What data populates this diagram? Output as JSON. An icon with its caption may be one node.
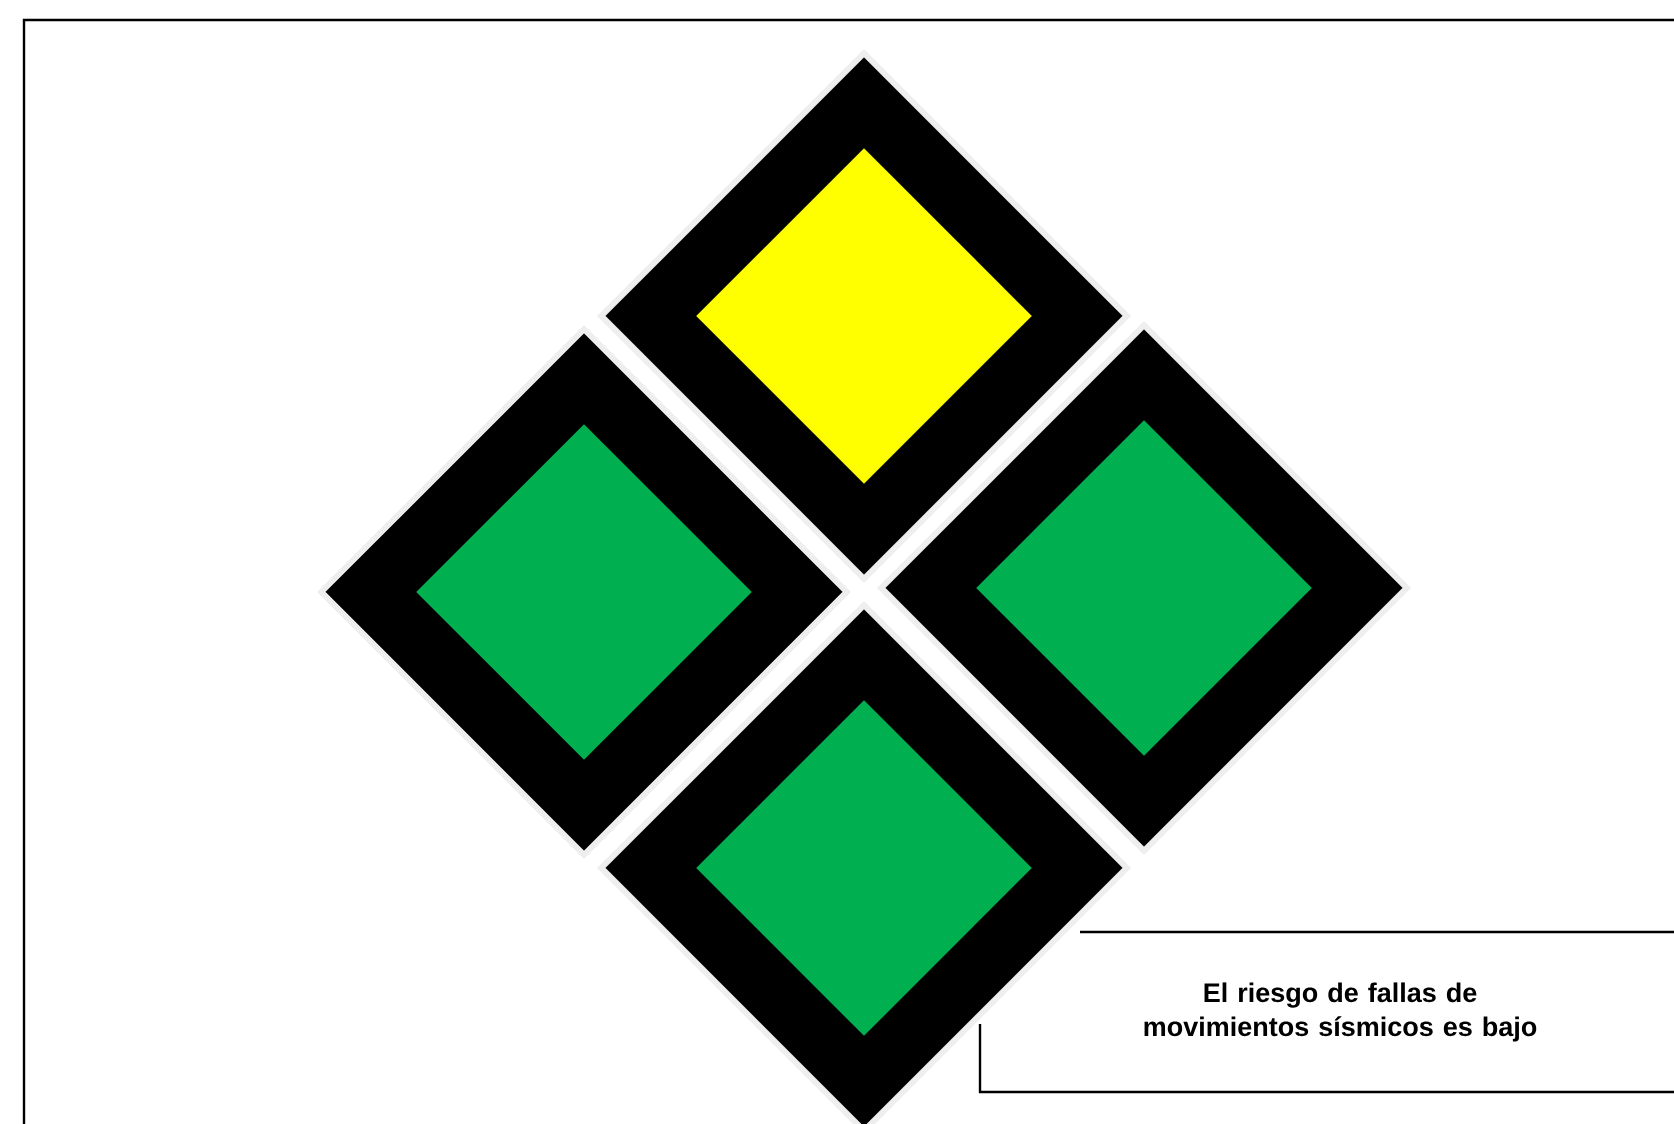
{
  "diagram": {
    "nodes": [
      {
        "text": [],
        "shape": "diamond"
      },
      {
        "text": [],
        "shape": "diamond"
      },
      {
        "text": [],
        "shape": "diamond"
      },
      {
        "text": [],
        "shape": "diamond"
      },
      {
        "text": [],
        "shape": "diamond",
        "in": 0
      },
      {
        "text": [],
        "shape": "diamond",
        "in": 1
      },
      {
        "text": [],
        "shape": "diamond",
        "in": 2
      },
      {
        "text": [],
        "shape": "diamond",
        "in": 3
      },
      {
        "text": [
          "El riesgo de fallas de movimientos sísmicos es bajo"
        ]
      }
    ]
  }
}
